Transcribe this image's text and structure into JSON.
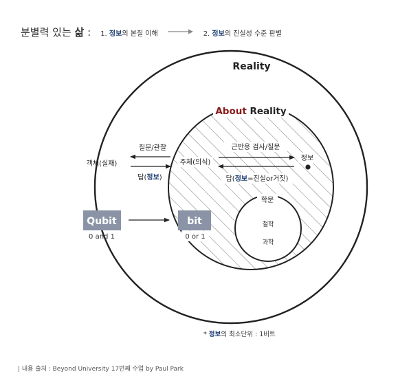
{
  "header": {
    "title_prefix": "분별력 있는 ",
    "title_bold": "삶",
    "title_colon": " :",
    "step1_num": "1. ",
    "step1_key": "정보",
    "step1_rest": "의 본질 이해",
    "step2_num": "2. ",
    "step2_key": "정보",
    "step2_rest": "의 진실성 수준 판별"
  },
  "diagram": {
    "reality_label": "Reality",
    "about_word": "About",
    "about_reality": " Reality",
    "question_label": "질문/관찰",
    "object_label": "객체(실재)",
    "answer_prefix": "답(",
    "answer_key": "정보",
    "answer_suffix": ")",
    "subject_label": "주체(의식)",
    "verify_label": "근반응 검사/질문",
    "info_label": "정보",
    "answer2_prefix": "답(",
    "answer2_key": "정보",
    "answer2_suffix": "=진실or거짓)",
    "study_label": "학문",
    "philosophy_label": "철학",
    "science_label": "과학",
    "qubit_label": "Qubit",
    "qubit_sub": "0 and 1",
    "bit_label": "bit",
    "bit_sub": "0 or 1"
  },
  "note": {
    "prefix": "* ",
    "key": "정보",
    "rest": "의 최소단위 : 1비트"
  },
  "footer": {
    "text": "| 내용 출처 : Beyond University 17번째 수업 by Paul Park"
  },
  "colors": {
    "accent_navy": "#1f3f73",
    "accent_red": "#8b1a1a",
    "box_fill": "#8a94a6",
    "line": "#222222"
  }
}
